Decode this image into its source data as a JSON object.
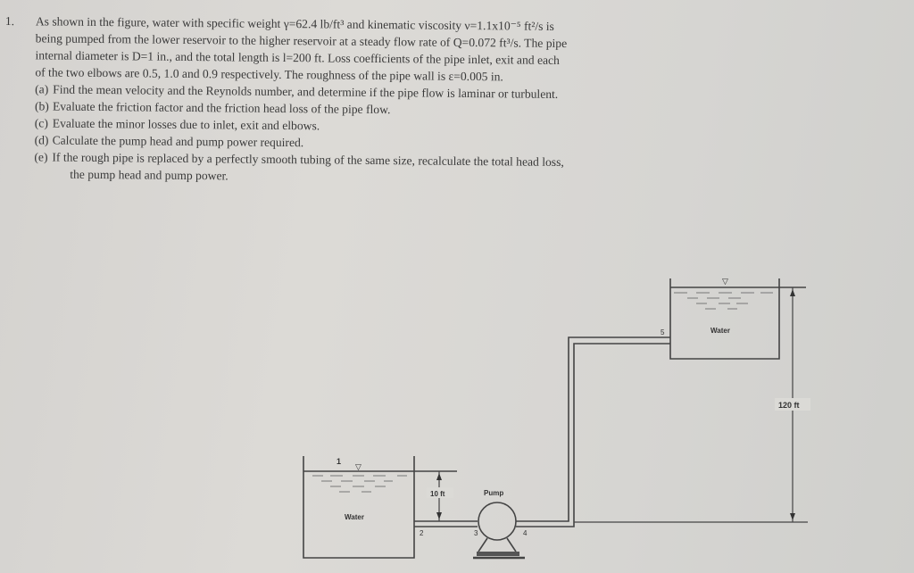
{
  "problem": {
    "number": "1.",
    "intro_lines": [
      "As shown in the figure, water with specific weight γ=62.4 lb/ft³ and kinematic viscosity ν=1.1x10⁻⁵ ft²/s is",
      "being pumped from the lower reservoir to the higher reservoir at a steady flow rate of Q=0.072 ft³/s. The pipe",
      "internal diameter is D=1 in., and the total length is l=200 ft. Loss coefficients of the pipe inlet, exit and each",
      "of the two elbows are 0.5, 1.0 and 0.9 respectively. The roughness of the pipe wall is ε=0.005 in."
    ],
    "parts": [
      {
        "label": "(a)",
        "text": "Find the mean velocity and the Reynolds number, and determine if the pipe flow is laminar or turbulent."
      },
      {
        "label": "(b)",
        "text": "Evaluate the friction factor and the friction head loss of the pipe flow."
      },
      {
        "label": "(c)",
        "text": "Evaluate the minor losses due to inlet, exit and elbows."
      },
      {
        "label": "(d)",
        "text": "Calculate the pump head and pump power required."
      },
      {
        "label": "(e)",
        "text": "If the rough pipe is replaced by a perfectly smooth tubing of the same size, recalculate the total head loss,"
      }
    ],
    "part_e_continuation": "the pump head and pump power."
  },
  "figure": {
    "lower_tank_label": "Water",
    "upper_tank_label": "Water",
    "pump_label": "Pump",
    "dim_lower": "10 ft",
    "dim_upper": "120 ft",
    "point_1": "1",
    "point_2": "2",
    "point_3": "3",
    "point_4": "4",
    "point_5": "5",
    "free_surface_symbol": "▽"
  }
}
